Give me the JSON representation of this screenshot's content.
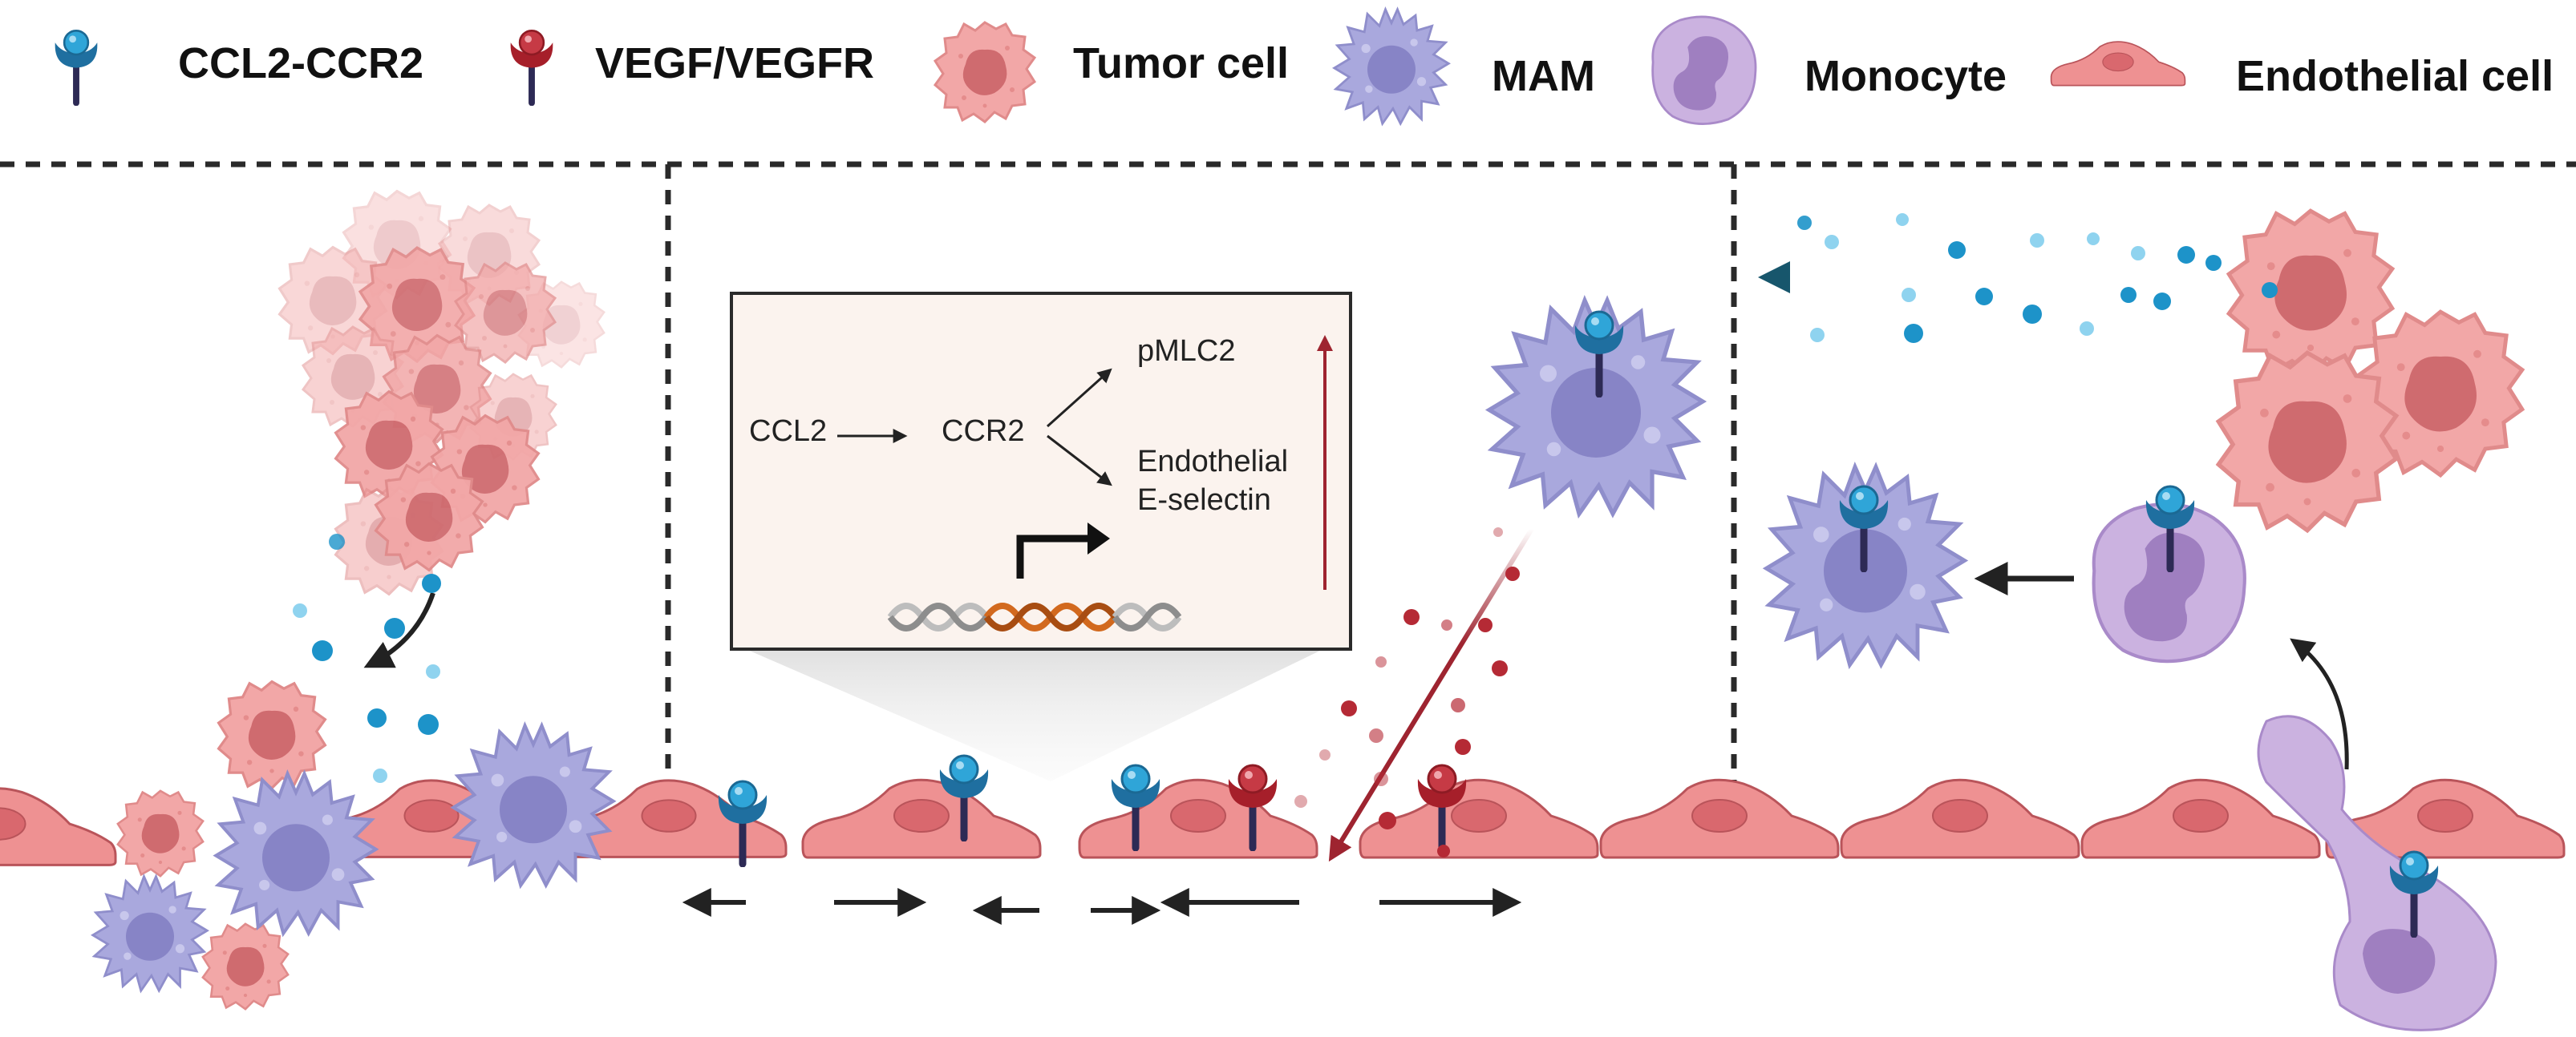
{
  "legend": {
    "ccl2_ccr2": "CCL2-CCR2",
    "vegf_vegfr": "VEGF/VEGFR",
    "tumor_cell": "Tumor cell",
    "mam": "MAM",
    "monocyte": "Monocyte",
    "endothelial_cell": "Endothelial cell"
  },
  "pathway": {
    "ccl2": "CCL2",
    "ccr2": "CCR2",
    "pmlc2": "pMLC2",
    "endothelial": "Endothelial",
    "e_selectin": "E-selectin"
  },
  "colors": {
    "ccr2_receptor": "#1f7fb5",
    "vegf_receptor": "#a3232c",
    "tumor": "#f1a3a3",
    "mam": "#a8a6dc",
    "monocyte": "#c7aedd",
    "endothelial": "#ec8f8f",
    "chemokine": "#2b9fd1",
    "arrow_teal": "#17566c",
    "arrow_red": "#9e2430"
  }
}
